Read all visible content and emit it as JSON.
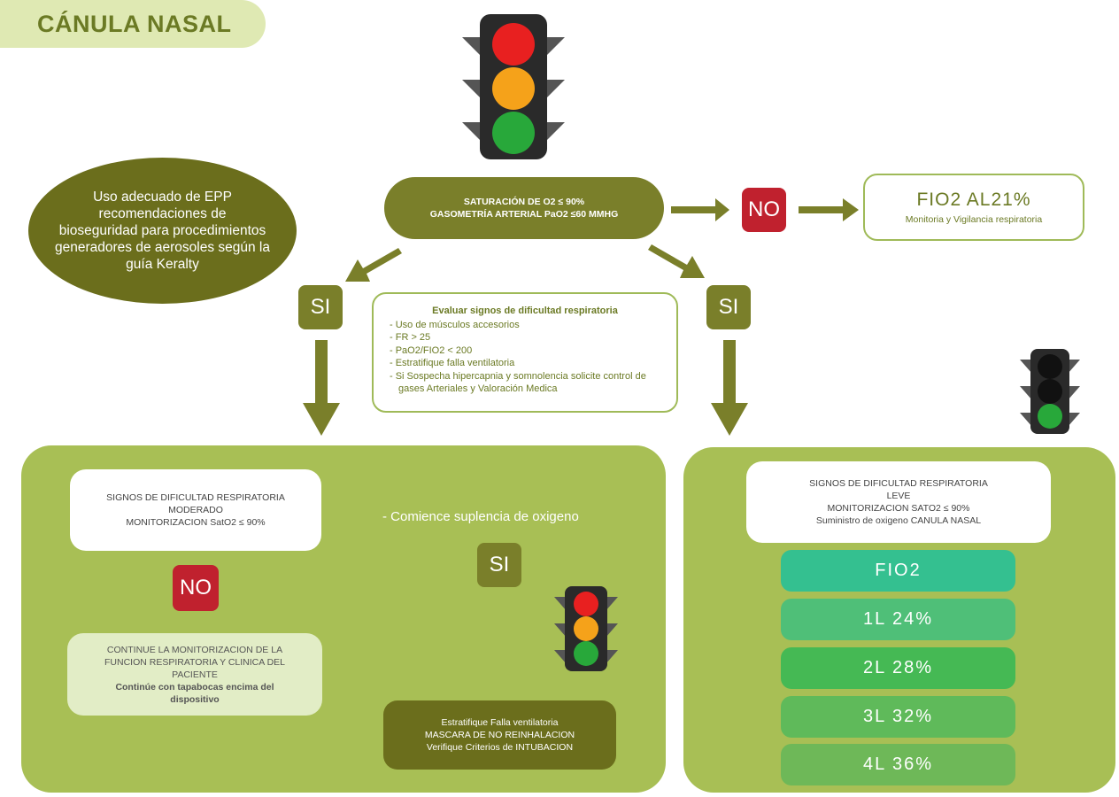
{
  "title": "CÁNULA NASAL",
  "epp_lines": [
    "Uso adecuado de EPP",
    "recomendaciones de",
    "bioseguridad para procedimientos",
    "generadores de aerosoles según la",
    "guía Keralty"
  ],
  "saturation": {
    "line1": "SATURACIÓN DE O2 ≤ 90%",
    "line2": "GASOMETRÍA ARTERIAL PaO2 ≤60 MMHG"
  },
  "no_label": "NO",
  "si_label": "SI",
  "fio_box": {
    "title": "FIO2 AL21%",
    "subtitle": "Monitoria y Vigilancia respiratoria"
  },
  "evaluate": {
    "title": "Evaluar signos de dificultad respiratoria",
    "items": [
      "-  Uso de músculos accesorios",
      "-  FR > 25",
      "-  PaO2/FIO2 < 200",
      "-  Estratifique falla ventilatoria",
      "-  Si Sospecha hipercapnia y somnolencia solicite control de gases Arteriales y Valoración Medica"
    ]
  },
  "moderate": {
    "line1": "SIGNOS DE DIFICULTAD RESPIRATORIA",
    "line2": "MODERADO",
    "line3": "MONITORIZACION SatO2 ≤ 90%"
  },
  "continue_box": {
    "line1": "CONTINUE LA MONITORIZACION DE LA",
    "line2": "FUNCION RESPIRATORIA Y CLINICA DEL",
    "line3": "PACIENTE",
    "bold1": "Continúe con tapabocas encima del",
    "bold2": "dispositivo"
  },
  "comience": "- Comience suplencia de oxigeno",
  "stratify": {
    "line1": "Estratifique Falla ventilatoria",
    "line2": "MASCARA DE NO REINHALACION",
    "line3": "Verifique Criterios de INTUBACION"
  },
  "mild": {
    "line1": "SIGNOS DE DIFICULTAD RESPIRATORIA",
    "line2": "LEVE",
    "line3": "MONITORIZACION SATO2 ≤ 90%",
    "line4": "Suministro de oxigeno CANULA NASAL"
  },
  "fio_table": {
    "header": "FIO2",
    "rows": [
      "1L   24%",
      "2L   28%",
      "3L   32%",
      "4L   36%"
    ]
  },
  "colors": {
    "accent_dark": "#7a7f2a",
    "panel": "#a8bf55",
    "no_red": "#c0212e",
    "header_teal": "#34c090",
    "row_colors": [
      "#4fbf78",
      "#45b954",
      "#5fba5a",
      "#6eb858"
    ]
  }
}
